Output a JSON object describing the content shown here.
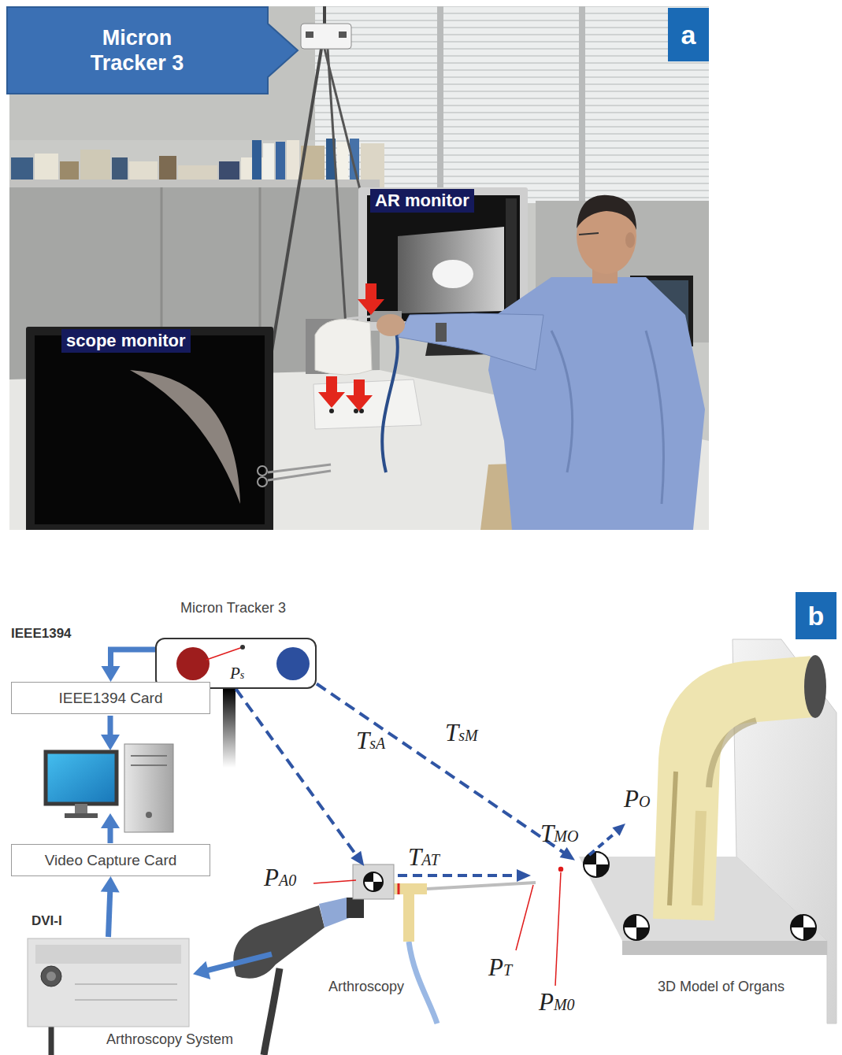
{
  "diagram": {
    "nodes": [
      {
        "text": [
          "Micron Tracker 3"
        ]
      },
      {
        "text": [
          "a"
        ]
      },
      {
        "text": [
          "AR monitor"
        ]
      },
      {
        "text": [
          "scope monitor"
        ]
      },
      {
        "text": [
          "b"
        ]
      },
      {
        "text": [
          "Micron Tracker 3"
        ]
      },
      {
        "text": [
          "IEEE1394 Card"
        ]
      },
      {
        "text": [
          "Video Capture Card"
        ]
      },
      {
        "text": [
          "Arthroscopy System"
        ]
      },
      {
        "text": [
          "Arthroscopy"
        ]
      },
      {
        "text": [
          "3D Model of Organs"
        ]
      }
    ],
    "edges": [
      {
        "from": 5,
        "to": 6,
        "arrow": "to"
      },
      {
        "from": 8,
        "to": 7,
        "arrow": "to"
      },
      {
        "from": 9,
        "to": 8,
        "arrow": "to"
      },
      {
        "from": 5,
        "to": 9,
        "arrow": "to",
        "label": "TsA"
      },
      {
        "from": 5,
        "to": 10,
        "arrow": "to",
        "label": "TsM"
      }
    ],
    "labels": [
      "IEEE1394",
      "DVI-I",
      "Ps",
      "PA0",
      "TAT",
      "PT",
      "PM0",
      "TMO",
      "PO"
    ]
  }
}
